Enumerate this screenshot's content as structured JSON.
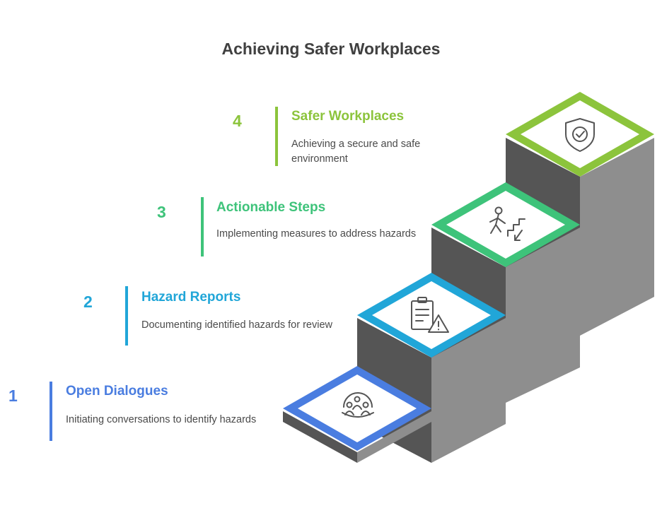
{
  "title": "Achieving Safer Workplaces",
  "colors": {
    "step1": "#4a7de0",
    "step2": "#21a6d8",
    "step3": "#3ec37a",
    "step4": "#8cc43c",
    "riser_dark": "#555555",
    "riser_light": "#8e8e8e",
    "title": "#404040",
    "desc": "#4a4a4a"
  },
  "steps": [
    {
      "number": "1",
      "title": "Open Dialogues",
      "description": "Initiating conversations to identify hazards",
      "icon": "people-group-icon"
    },
    {
      "number": "2",
      "title": "Hazard Reports",
      "description": "Documenting identified hazards for review",
      "icon": "clipboard-warning-icon"
    },
    {
      "number": "3",
      "title": "Actionable Steps",
      "description": "Implementing measures to address hazards",
      "icon": "person-climbing-stairs-icon"
    },
    {
      "number": "4",
      "title": "Safer Workplaces",
      "description": "Achieving a secure and safe environment",
      "icon": "shield-check-icon"
    }
  ]
}
